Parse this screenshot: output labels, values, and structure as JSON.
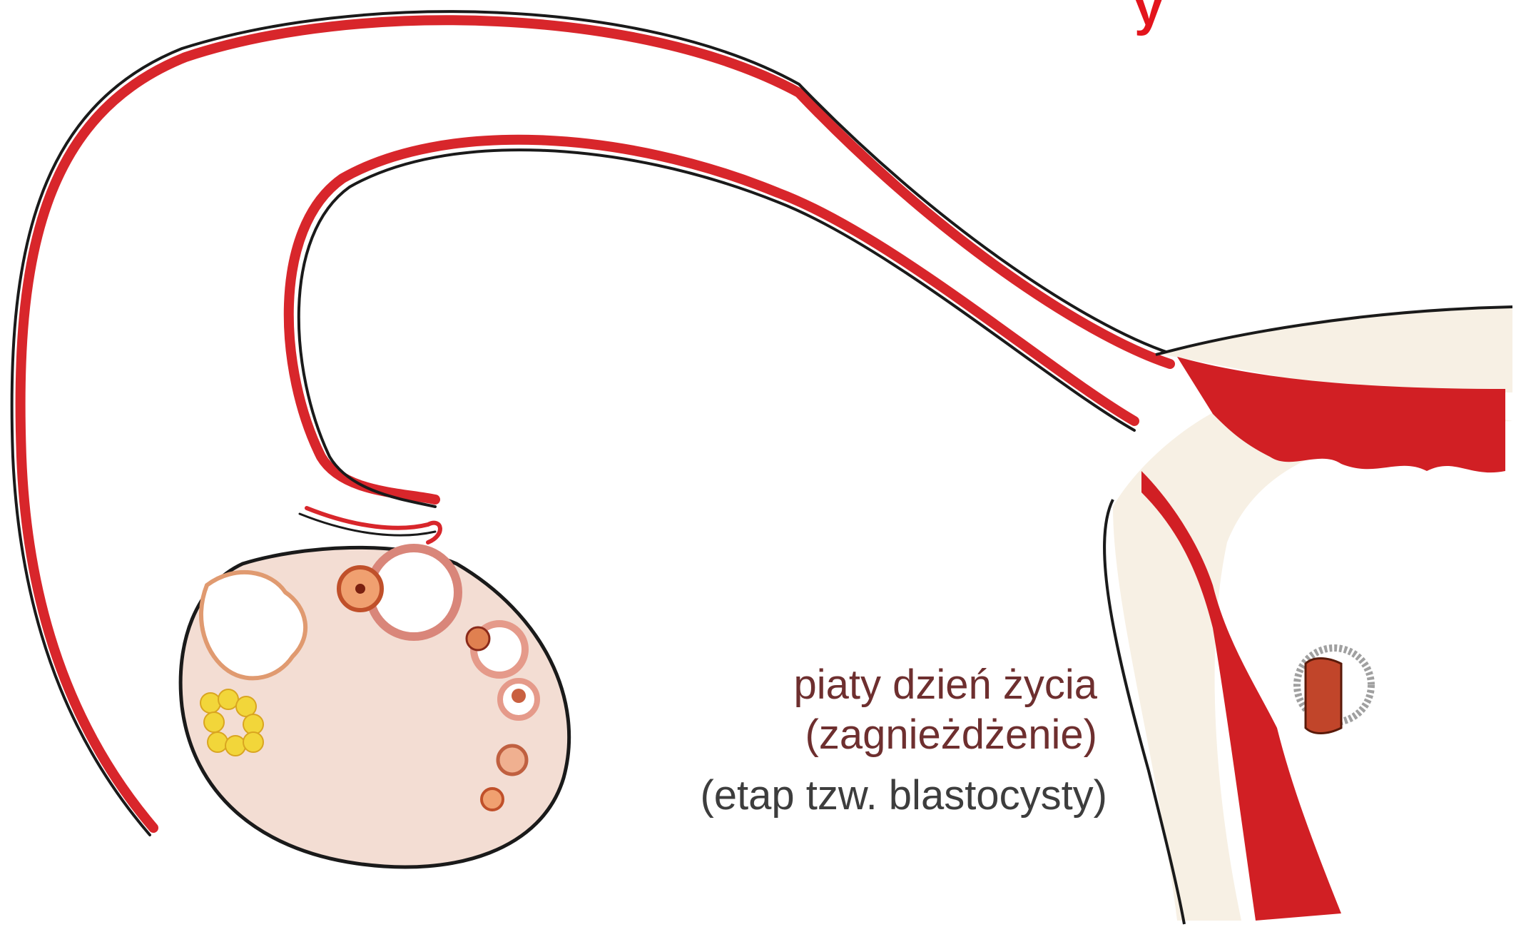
{
  "title_fragment": "y",
  "captions": {
    "line1": "piaty dzień życia",
    "line2": "(zagnieżdżenie)",
    "line3": "(etap tzw. blastocysty)"
  },
  "colors": {
    "tube_red": "#d8262b",
    "tube_cream": "#f7ebc8",
    "outline": "#1a1a1a",
    "endometrium_red": "#d11f24",
    "ovary_fill": "#f3ddd3",
    "corpus_luteum": "#f2d63a",
    "caption_text": "#6e2f2f"
  },
  "icons": [
    "fallopian-tube",
    "ovary",
    "follicle",
    "corpus-luteum",
    "uterus-wall",
    "blastocyst"
  ]
}
